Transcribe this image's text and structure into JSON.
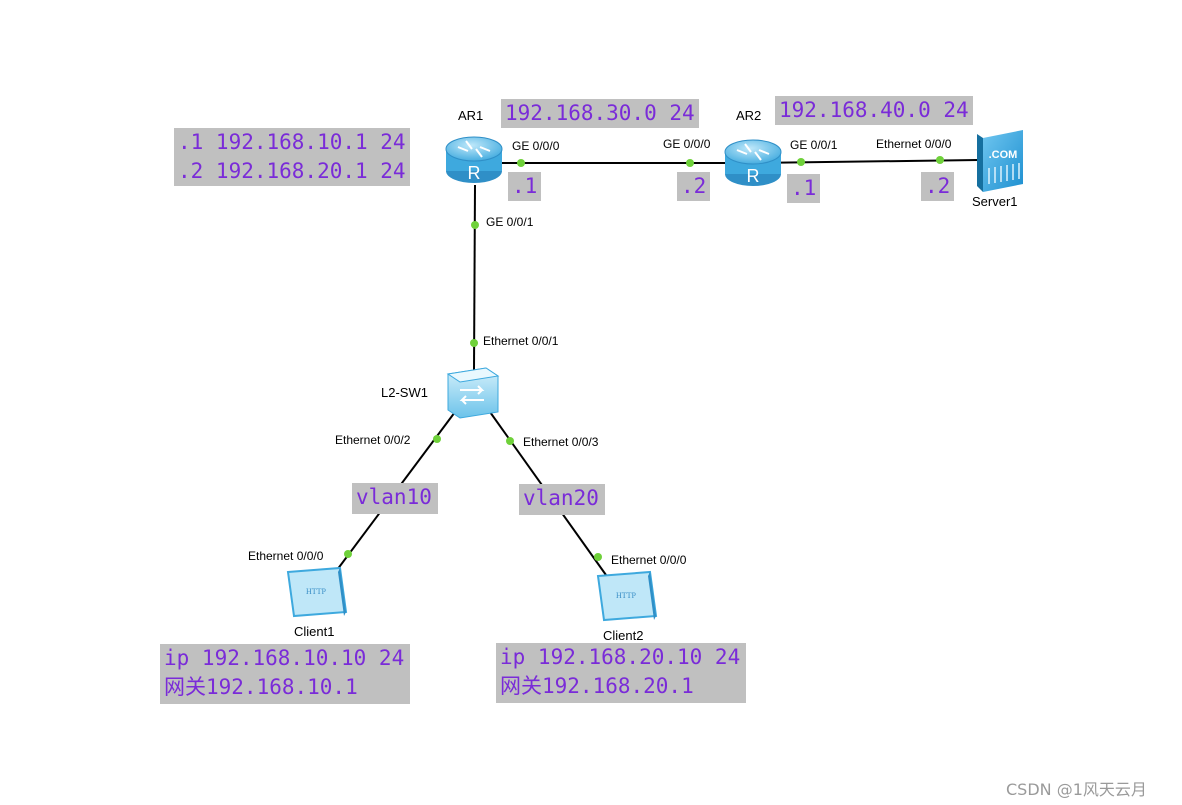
{
  "devices": {
    "ar1": "AR1",
    "ar2": "AR2",
    "sw1": "L2-SW1",
    "server1": "Server1",
    "client1": "Client1",
    "client2": "Client2",
    "router_glyph": "R",
    "server_glyph": ".COM",
    "client_glyph": "HTTP"
  },
  "ports": {
    "ar1_ge000": "GE 0/0/0",
    "ar1_ge001": "GE 0/0/1",
    "ar2_ge000": "GE 0/0/0",
    "ar2_ge001": "GE 0/0/1",
    "server_eth": "Ethernet 0/0/0",
    "sw_eth1": "Ethernet 0/0/1",
    "sw_eth2": "Ethernet 0/0/2",
    "sw_eth3": "Ethernet 0/0/3",
    "client1_eth": "Ethernet 0/0/0",
    "client2_eth": "Ethernet 0/0/0"
  },
  "notes": {
    "ar1_subifs": ".1 192.168.10.1 24\n.2 192.168.20.1 24",
    "net_30": "192.168.30.0 24",
    "net_40": "192.168.40.0 24",
    "ar1_ge000_ip": ".1",
    "ar2_ge000_ip": ".2",
    "ar2_ge001_ip": ".1",
    "server_ip": ".2",
    "vlan10": "vlan10",
    "vlan20": "vlan20",
    "client1_cfg": "ip 192.168.10.10 24\n网关192.168.10.1",
    "client2_cfg": "ip 192.168.20.10 24\n网关192.168.20.1"
  },
  "watermark": "CSDN @1风天云月",
  "colors": {
    "note_bg": "#c0c0c0",
    "note_text": "#7a2bd8",
    "port_dot": "#6fd13a",
    "device_blue": "#4fb6e6"
  }
}
